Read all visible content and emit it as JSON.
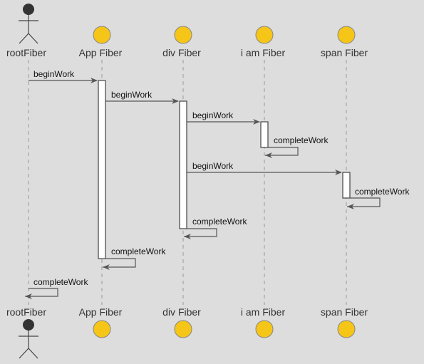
{
  "participants": [
    {
      "id": "root",
      "name": "rootFiber",
      "kind": "actor"
    },
    {
      "id": "app",
      "name": "App Fiber",
      "kind": "entity"
    },
    {
      "id": "div",
      "name": "div Fiber",
      "kind": "entity"
    },
    {
      "id": "iam",
      "name": "i am Fiber",
      "kind": "entity"
    },
    {
      "id": "span",
      "name": "span Fiber",
      "kind": "entity"
    }
  ],
  "messages": [
    {
      "from": "rootFiber",
      "to": "App Fiber",
      "label": "beginWork"
    },
    {
      "from": "App Fiber",
      "to": "div Fiber",
      "label": "beginWork"
    },
    {
      "from": "div Fiber",
      "to": "i am Fiber",
      "label": "beginWork"
    },
    {
      "from": "i am Fiber",
      "to": "i am Fiber",
      "label": "completeWork"
    },
    {
      "from": "div Fiber",
      "to": "span Fiber",
      "label": "beginWork"
    },
    {
      "from": "span Fiber",
      "to": "span Fiber",
      "label": "completeWork"
    },
    {
      "from": "div Fiber",
      "to": "div Fiber",
      "label": "completeWork"
    },
    {
      "from": "App Fiber",
      "to": "App Fiber",
      "label": "completeWork"
    },
    {
      "from": "rootFiber",
      "to": "rootFiber",
      "label": "completeWork"
    }
  ],
  "colors": {
    "entity_fill": "#f5c518",
    "actor": "#333333",
    "background": "#dddddd"
  }
}
